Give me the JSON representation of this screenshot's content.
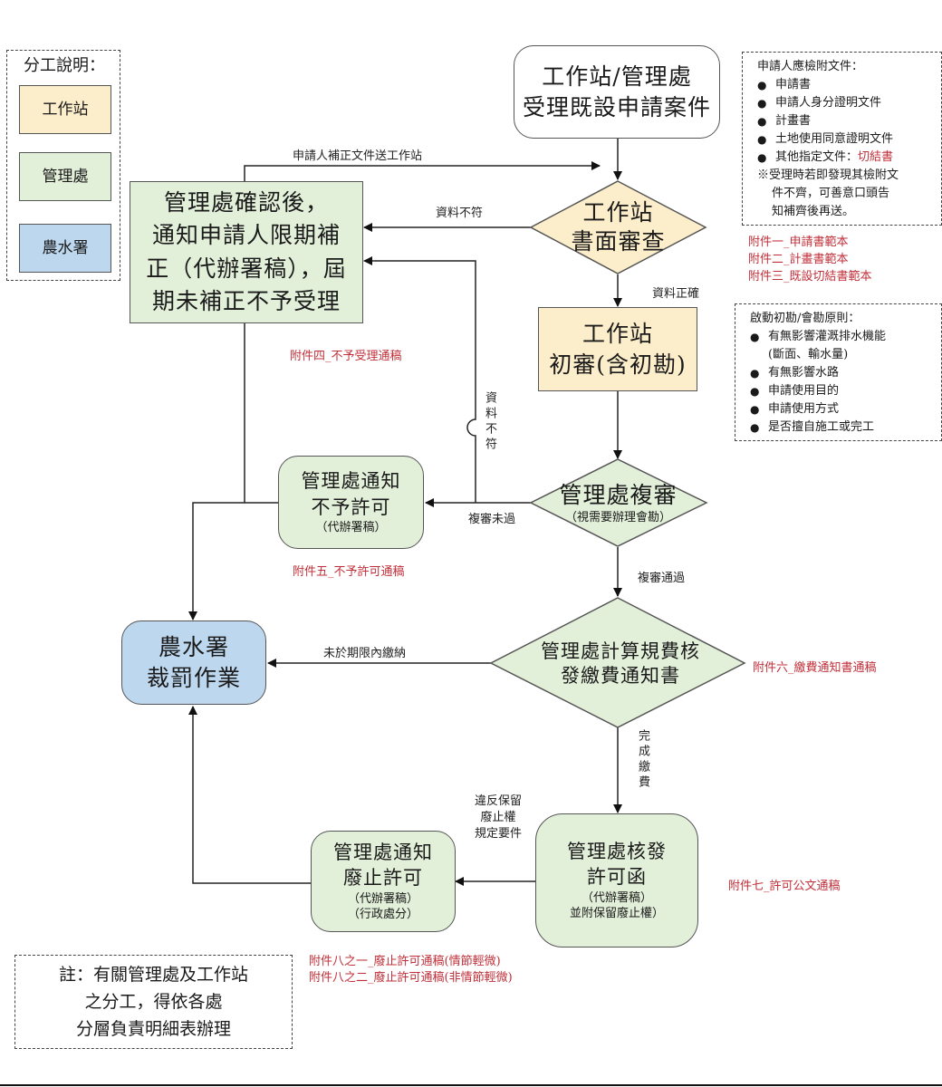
{
  "legend": {
    "title": "分工說明：",
    "items": [
      {
        "label": "工作站",
        "color": "#fdeecb"
      },
      {
        "label": "管理處",
        "color": "#e2efd9"
      },
      {
        "label": "農水署",
        "color": "#bdd7ee"
      }
    ]
  },
  "nodes": {
    "start": {
      "line1": "工作站/管理處",
      "line2": "受理既設申請案件"
    },
    "paper_review": {
      "line1": "工作站",
      "line2": "書面審查"
    },
    "supplement": {
      "lines": [
        "管理處確認後，",
        "通知申請人限期補",
        "正（代辦署稿），屆",
        "期未補正不予受理"
      ]
    },
    "initial_review": {
      "line1": "工作站",
      "line2": "初審(含初勘)"
    },
    "re_review": {
      "line1": "管理處複審",
      "line2": "（視需要辦理會勘）"
    },
    "deny": {
      "line1": "管理處通知",
      "line2": "不予許可",
      "line3": "（代辦署稿）"
    },
    "fee": {
      "line1": "管理處計算規費核",
      "line2": "發繳費通知書"
    },
    "penalty": {
      "line1": "農水署",
      "line2": "裁罰作業"
    },
    "permit": {
      "line1": "管理處核發",
      "line2": "許可函",
      "line3": "（代辦署稿）",
      "line4": "並附保留廢止權）"
    },
    "revoke": {
      "line1": "管理處通知",
      "line2": "廢止許可",
      "line3": "（代辦署稿）",
      "line4": "（行政處分）"
    }
  },
  "edge_labels": {
    "resubmit": "申請人補正文件送工作站",
    "data_mismatch": "資料不符",
    "data_correct": "資料正確",
    "data_mismatch_vertical": "資料不符",
    "re_review_failed": "複審未過",
    "re_review_passed": "複審通過",
    "not_paid_in_time": "未於期限內繳納",
    "payment_done": "完成繳費",
    "violation": [
      "違反保留",
      "廢止權",
      "規定要件"
    ]
  },
  "attachments": {
    "a1": "附件一_申請書範本",
    "a2": "附件二_計畫書範本",
    "a3": "附件三_既設切結書範本",
    "a4": "附件四_不予受理通稿",
    "a5": "附件五_不予許可通稿",
    "a6": "附件六_繳費通知書通稿",
    "a7": "附件七_許可公文通稿",
    "a8_1": "附件八之一_廢止許可通稿(情節輕微)",
    "a8_2": "附件八之二_廢止許可通稿(非情節輕微)"
  },
  "required_docs": {
    "title": "申請人應檢附文件：",
    "items": [
      "申請書",
      "申請人身分證明文件",
      "計畫書",
      "土地使用同意證明文件"
    ],
    "other_prefix": "其他指定文件：",
    "other_highlight": "切結書",
    "note": [
      "※受理時若即發現其檢附文",
      "件不齊，可善意口頭告",
      "知補齊後再送。"
    ]
  },
  "inspection_rules": {
    "title": "啟動初勘/會勘原則：",
    "items": [
      "有無影響灌溉排水機能",
      "有無影響水路",
      "申請使用目的",
      "申請使用方式",
      "是否擅自施工或完工"
    ],
    "item0_sub": "(斷面、輸水量)"
  },
  "footnote": {
    "lines": [
      "註：有關管理處及工作站",
      "之分工，得依各處",
      "分層負責明細表辦理"
    ]
  },
  "colors": {
    "station": "#fdeecb",
    "office": "#e2efd9",
    "agency": "#bdd7ee",
    "attachment_text": "#c0303a"
  }
}
